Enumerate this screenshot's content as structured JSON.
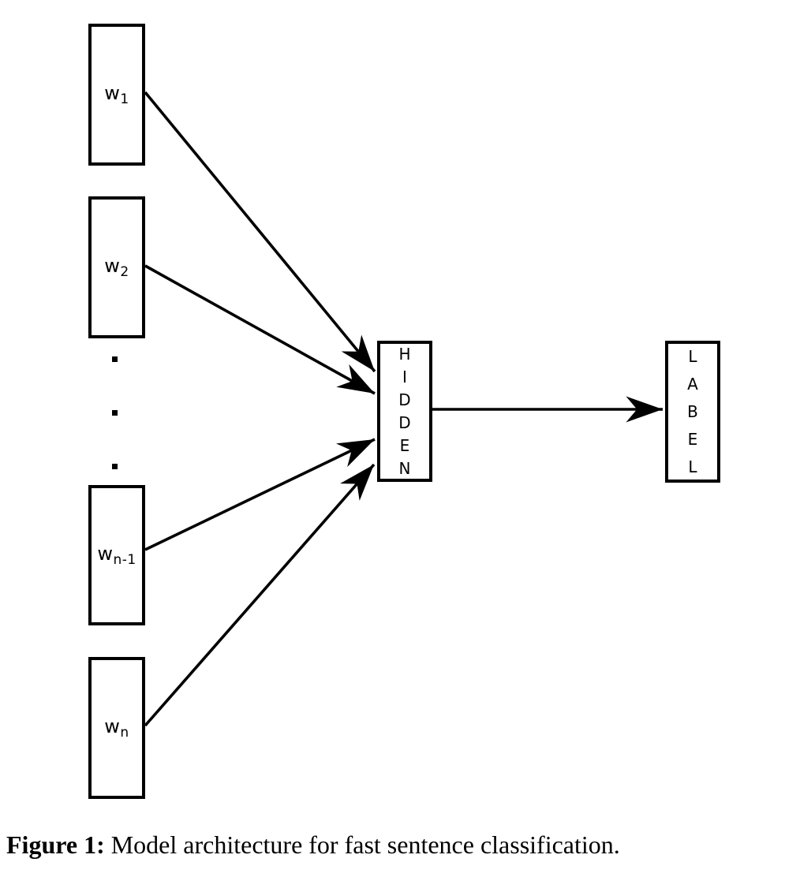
{
  "figure": {
    "background": "#ffffff",
    "stroke_color": "#000000",
    "inputs": [
      {
        "id": "w1",
        "base": "w",
        "sub": "1"
      },
      {
        "id": "w2",
        "base": "w",
        "sub": "2"
      },
      {
        "id": "wn1",
        "base": "w",
        "sub": "n-1"
      },
      {
        "id": "wn",
        "base": "w",
        "sub": "n"
      }
    ],
    "ellipsis_dot_count": 3,
    "hidden_label": "HIDDEN",
    "output_label": "LABEL",
    "edges": [
      {
        "from": "w1",
        "to": "HIDDEN"
      },
      {
        "from": "w2",
        "to": "HIDDEN"
      },
      {
        "from": "wn-1",
        "to": "HIDDEN"
      },
      {
        "from": "wn",
        "to": "HIDDEN"
      },
      {
        "from": "HIDDEN",
        "to": "LABEL"
      }
    ]
  },
  "caption": {
    "label": "Figure 1:",
    "text": " Model architecture for fast sentence classification."
  }
}
